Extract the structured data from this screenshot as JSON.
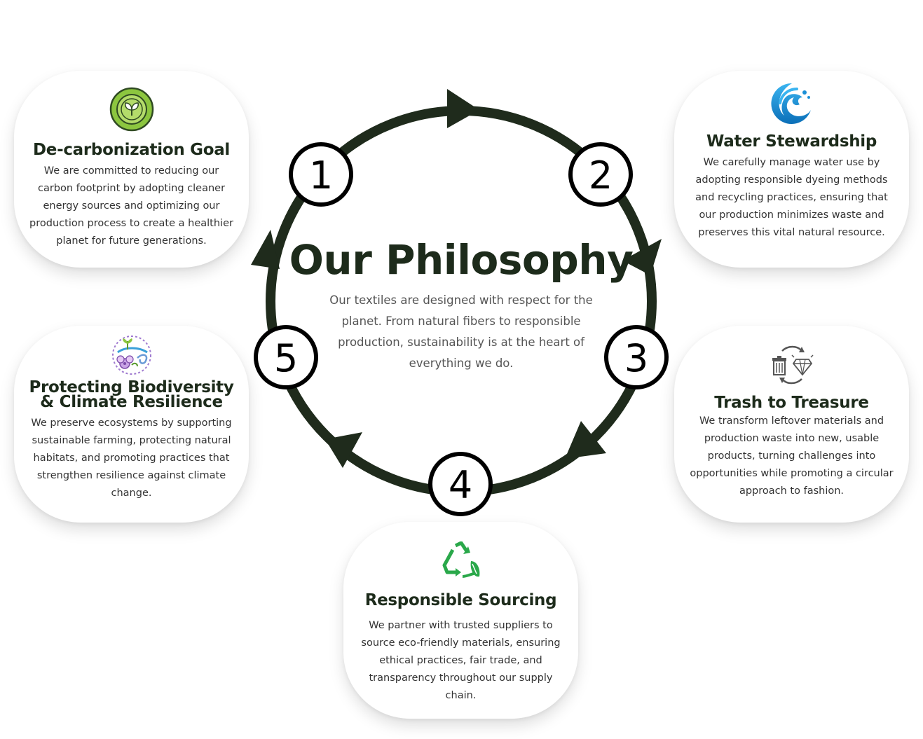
{
  "center": {
    "title": "Our Philosophy",
    "description": "Our textiles are designed with respect for the planet. From natural fibers to responsible production, sustainability is at the heart of everything we do."
  },
  "steps": [
    {
      "number": "1",
      "title": "De-carbonization Goal",
      "description": "We are committed to reducing our carbon footprint by adopting cleaner energy sources and optimizing our production process to create a healthier planet for future generations.",
      "icon": "leaf-seal-icon"
    },
    {
      "number": "2",
      "title": "Water Stewardship",
      "description": "We carefully manage water use by adopting responsible dyeing methods and recycling practices, ensuring that our production minimizes waste and preserves this vital natural resource.",
      "icon": "water-wave-icon"
    },
    {
      "number": "3",
      "title": "Trash to Treasure",
      "description": "We transform leftover materials and production waste into new, usable products, turning challenges into opportunities while promoting a circular approach to fashion.",
      "icon": "trash-to-diamond-icon"
    },
    {
      "number": "4",
      "title": "Responsible Sourcing",
      "description": "We partner with trusted suppliers to source eco-friendly materials, ensuring ethical practices, fair trade, and transparency throughout our supply chain.",
      "icon": "recycle-leaf-icon"
    },
    {
      "number": "5",
      "title": "Protecting Biodiversity & Climate Resilience",
      "description": "We preserve ecosystems by supporting sustainable farming, protecting natural habitats, and promoting practices that strengthen resilience against climate change.",
      "icon": "biodiversity-icon"
    }
  ],
  "colors": {
    "ring": "#1f2b1c",
    "heading": "#1d2b1b",
    "leaf_green": "#8cc63f",
    "water_blue": "#1a8fd6",
    "recycle_green": "#2aa84a"
  }
}
